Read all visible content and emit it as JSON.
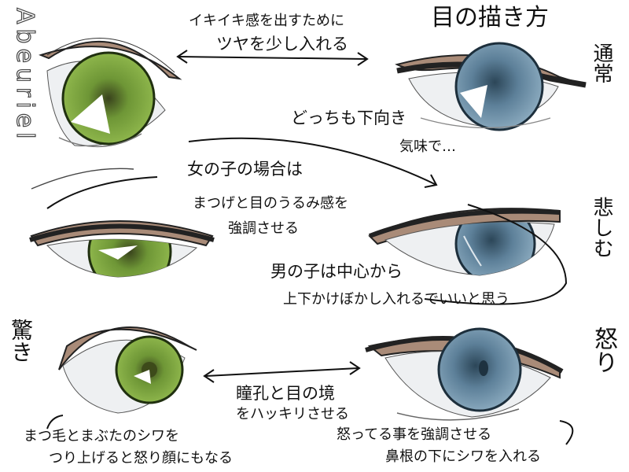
{
  "signature": "Abeuriel",
  "title": "目の描き方",
  "labels": {
    "normal": "通常",
    "sad": "悲しむ",
    "surprise": "驚き",
    "anger": "怒り"
  },
  "notes": {
    "top_1": "イキイキ感を出すために",
    "top_2": "ツヤを少し入れる",
    "down_1": "どっちも下向き",
    "down_2": "気味で…",
    "girl_1": "女の子の場合は",
    "girl_2": "まつげと目のうるみ感を",
    "girl_3": "強調させる",
    "boy_1": "男の子は中心から",
    "boy_2": "上下かけぼかし入れるでいいと思う",
    "pupil_1": "瞳孔と目の境",
    "pupil_2": "をハッキリさせる",
    "lash_1": "まつ毛とまぶたのシワを",
    "lash_2": "つり上げると怒り顔にもなる",
    "anger_1": "怒ってる事を強調させる",
    "anger_2": "鼻根の下にシワを入れる"
  },
  "icons": [
    "arrow-double-icon",
    "curved-arrow-icon"
  ],
  "colors": {
    "skin": "#a98b78",
    "green_iris": "#7ea63d",
    "blue_iris": "#6f90a8",
    "line": "#111111"
  }
}
